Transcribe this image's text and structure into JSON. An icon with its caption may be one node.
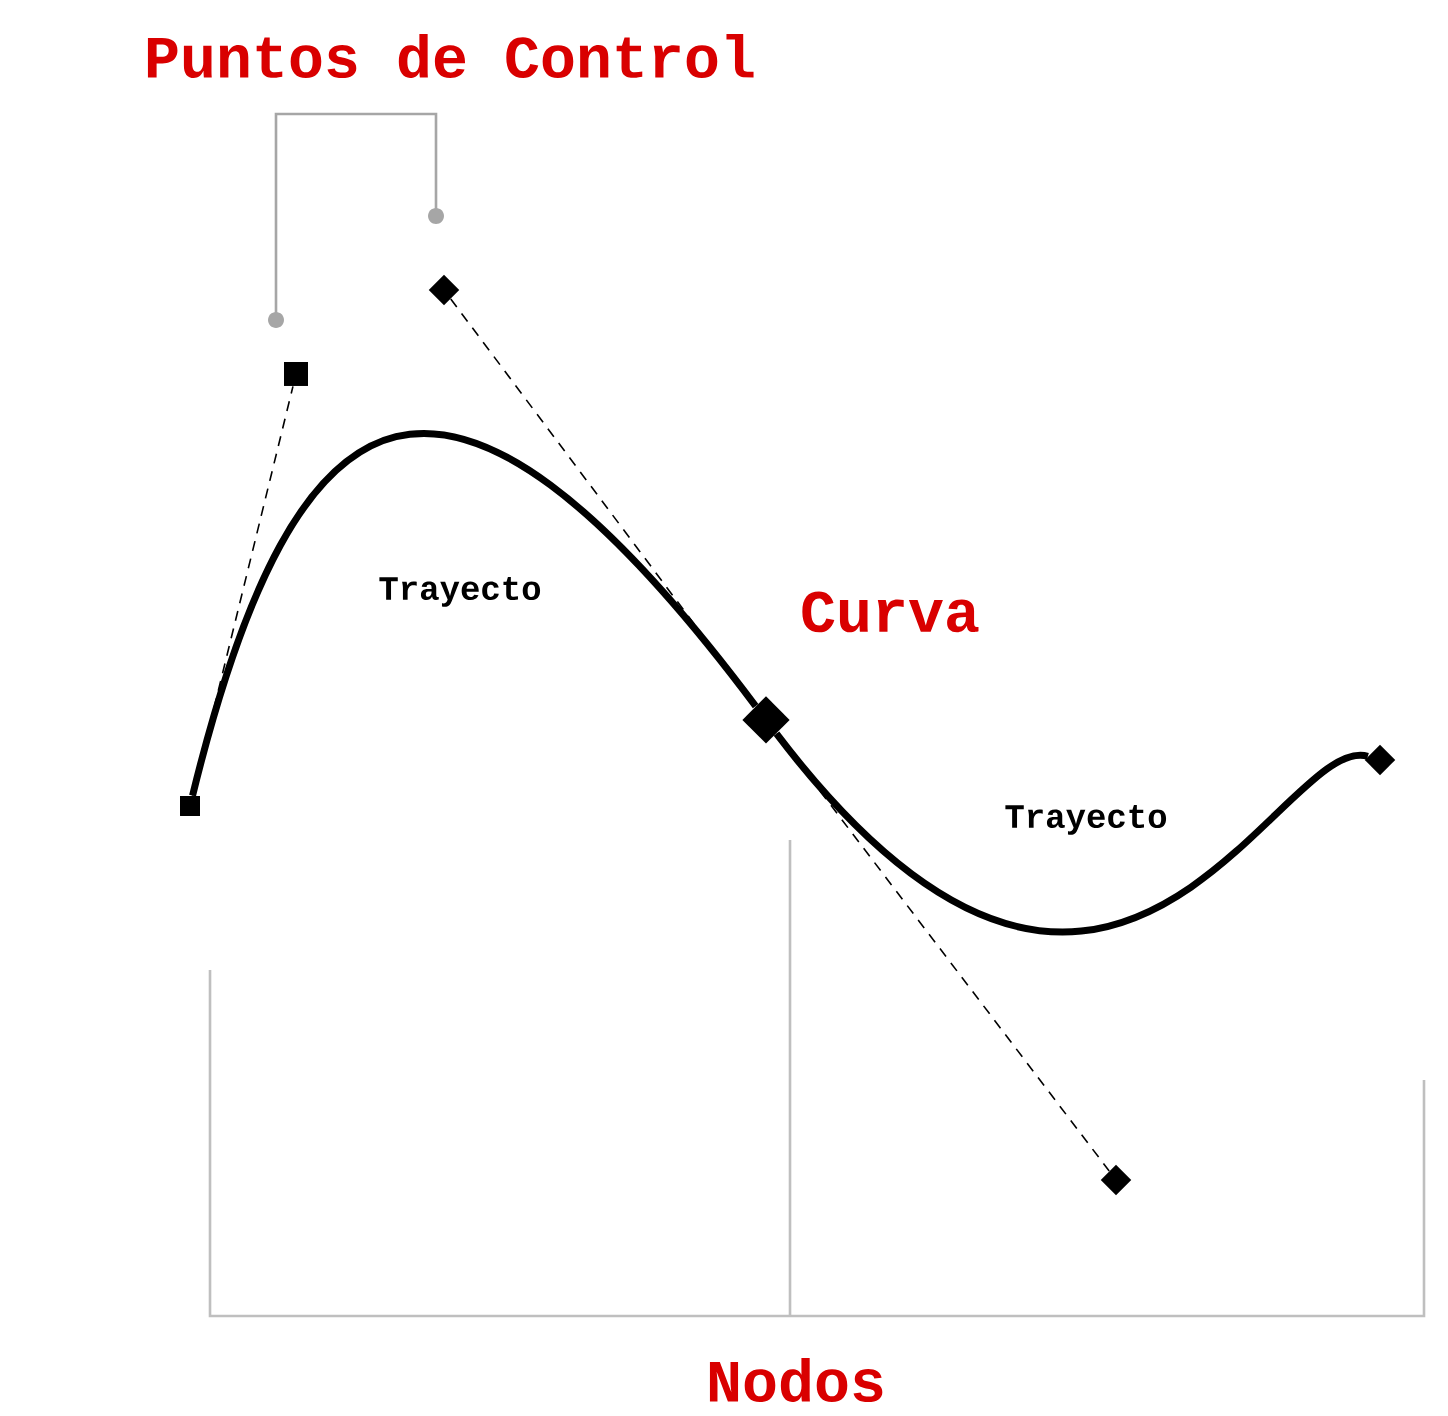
{
  "diagram": {
    "nodes": [
      {
        "text": [],
        "shape": "diamond"
      },
      {
        "text": [],
        "shape": "box"
      },
      {
        "text": [],
        "shape": "box"
      },
      {
        "text": [],
        "shape": "diamond"
      },
      {
        "text": [],
        "shape": "diamond"
      },
      {
        "text": [],
        "shape": "diamond"
      }
    ],
    "edges": [
      {
        "from": 2,
        "to": 1,
        "arrow": "none",
        "style": "dashed"
      },
      {
        "from": 0,
        "to": 3,
        "arrow": "none",
        "style": "dashed"
      },
      {
        "from": 3,
        "to": 5,
        "arrow": "none",
        "style": "dashed"
      },
      {
        "from": 2,
        "to": 3,
        "arrow": "none",
        "style": "thick"
      },
      {
        "from": 3,
        "to": 4,
        "arrow": "none",
        "style": "thick"
      }
    ],
    "labels": [
      "Puntos de Control",
      "Trayecto",
      "Curva",
      "Trayecto",
      "Nodos"
    ]
  }
}
